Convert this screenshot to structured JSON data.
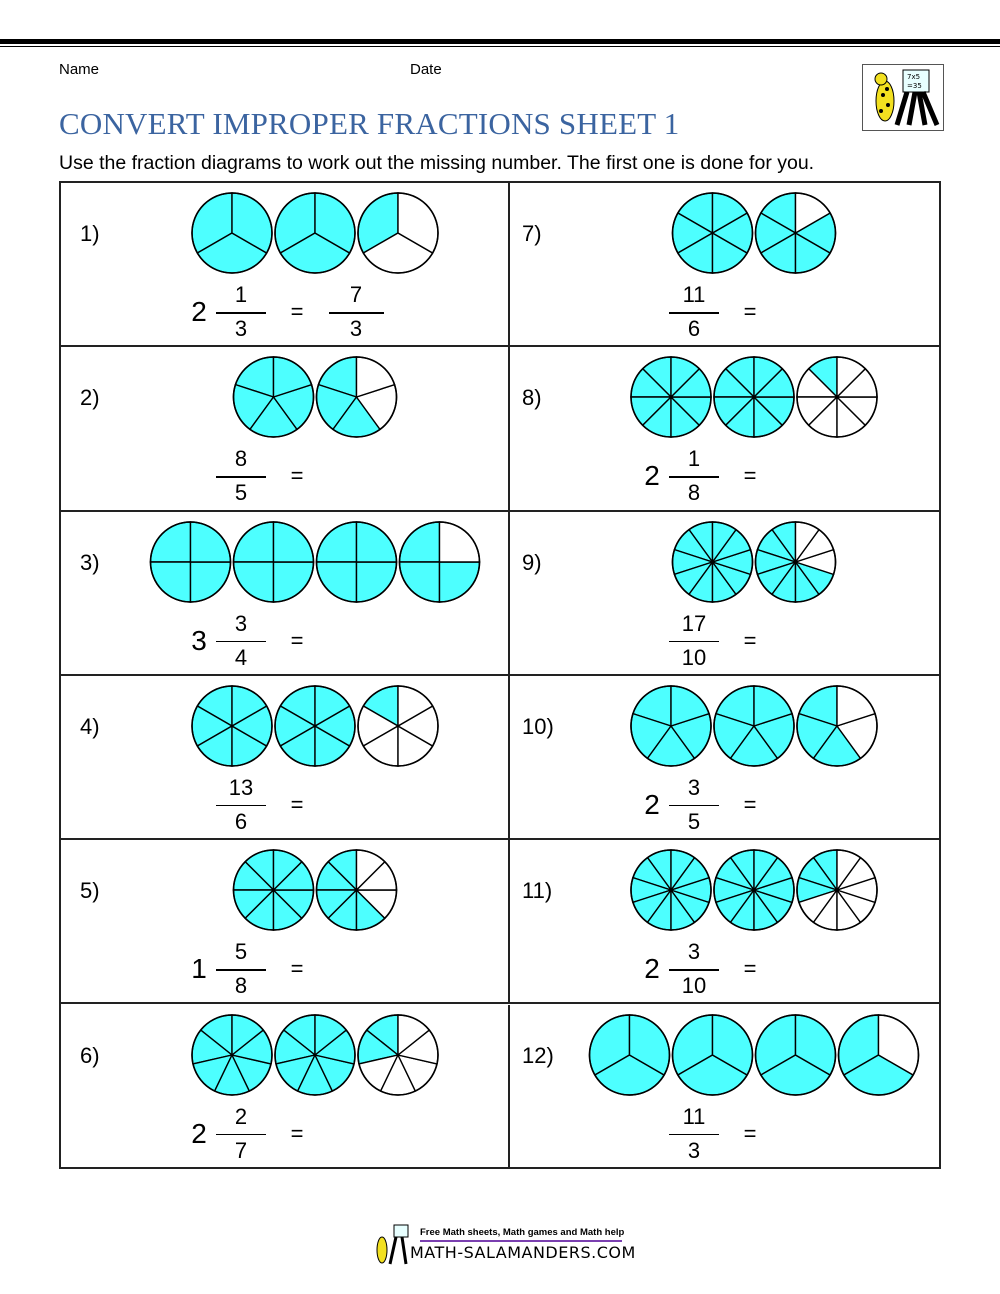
{
  "header": {
    "name_label": "Name",
    "date_label": "Date",
    "title": "CONVERT IMPROPER FRACTIONS SHEET 1",
    "instructions": "Use the fraction diagrams to work out the missing number. The first one is done for you."
  },
  "colors": {
    "fill": "#4dffff",
    "title": "#3b64a0",
    "stroke": "#000000"
  },
  "problems": [
    {
      "label": "1)",
      "whole": "2",
      "num": "1",
      "den": "3",
      "equals": "=",
      "answer_num": "7",
      "answer_den": "3",
      "parts": 3,
      "filled": 7
    },
    {
      "label": "2)",
      "whole": "",
      "num": "8",
      "den": "5",
      "equals": "=",
      "parts": 5,
      "filled": 8
    },
    {
      "label": "3)",
      "whole": "3",
      "num": "3",
      "den": "4",
      "equals": "=",
      "parts": 4,
      "filled": 15
    },
    {
      "label": "4)",
      "whole": "",
      "num": "13",
      "den": "6",
      "equals": "=",
      "parts": 6,
      "filled": 13
    },
    {
      "label": "5)",
      "whole": "1",
      "num": "5",
      "den": "8",
      "equals": "=",
      "parts": 8,
      "filled": 13
    },
    {
      "label": "6)",
      "whole": "2",
      "num": "2",
      "den": "7",
      "equals": "=",
      "parts": 7,
      "filled": 16
    },
    {
      "label": "7)",
      "whole": "",
      "num": "11",
      "den": "6",
      "equals": "=",
      "parts": 6,
      "filled": 11
    },
    {
      "label": "8)",
      "whole": "2",
      "num": "1",
      "den": "8",
      "equals": "=",
      "parts": 8,
      "filled": 17
    },
    {
      "label": "9)",
      "whole": "",
      "num": "17",
      "den": "10",
      "equals": "=",
      "parts": 10,
      "filled": 17
    },
    {
      "label": "10)",
      "whole": "2",
      "num": "3",
      "den": "5",
      "equals": "=",
      "parts": 5,
      "filled": 13
    },
    {
      "label": "11)",
      "whole": "2",
      "num": "3",
      "den": "10",
      "equals": "=",
      "parts": 10,
      "filled": 23
    },
    {
      "label": "12)",
      "whole": "",
      "num": "11",
      "den": "3",
      "equals": "=",
      "parts": 3,
      "filled": 11
    }
  ],
  "footer": {
    "tagline": "Free Math sheets, Math games and Math help",
    "site": "MATH-SALAMANDERS.COM"
  }
}
